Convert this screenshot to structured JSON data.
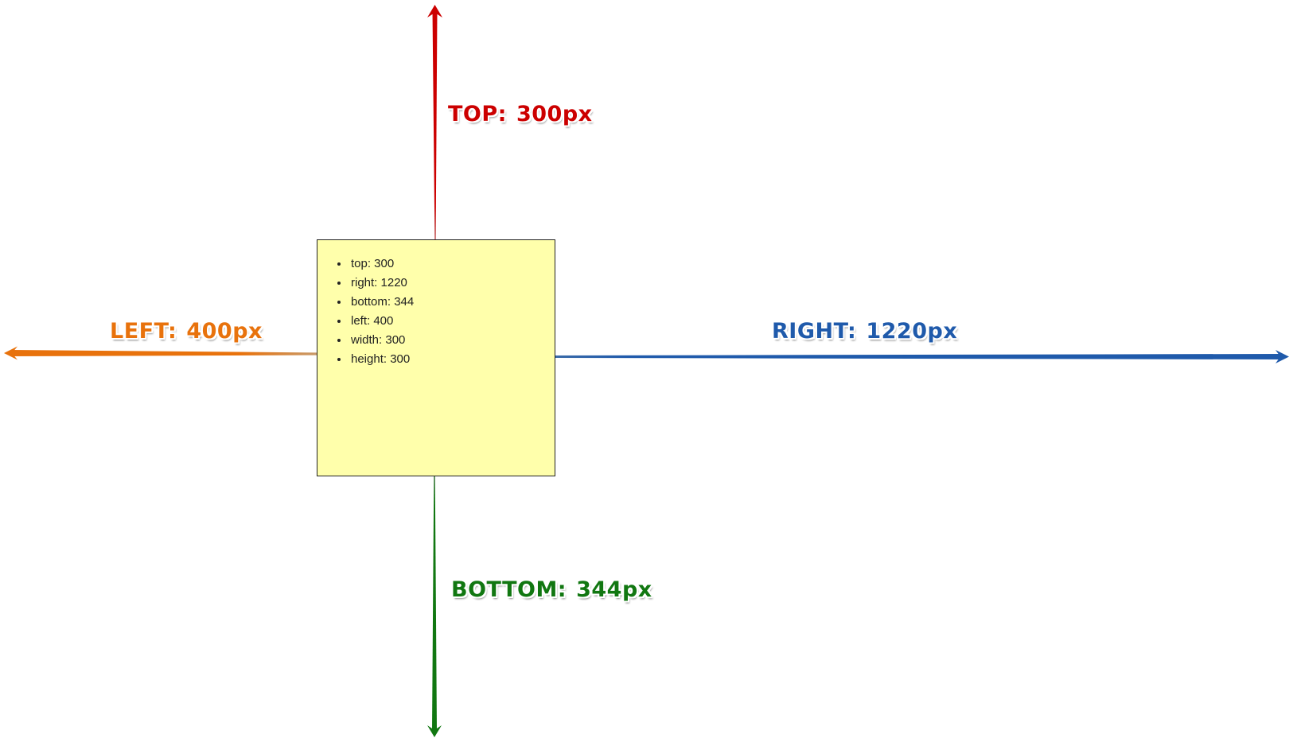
{
  "labels": {
    "top": {
      "name": "TOP:",
      "value": "300px",
      "color": "#cc0000"
    },
    "left": {
      "name": "LEFT:",
      "value": "400px",
      "color": "#e8720c"
    },
    "right": {
      "name": "RIGHT:",
      "value": "1220px",
      "color": "#1f5aab"
    },
    "bottom": {
      "name": "BOTTOM:",
      "value": "344px",
      "color": "#117711"
    }
  },
  "box": {
    "fill": "#ffffab",
    "items": [
      {
        "text": "top: 300"
      },
      {
        "text": "right: 1220"
      },
      {
        "text": "bottom: 344"
      },
      {
        "text": "left: 400"
      },
      {
        "text": "width: 300"
      },
      {
        "text": "height: 300"
      }
    ]
  }
}
